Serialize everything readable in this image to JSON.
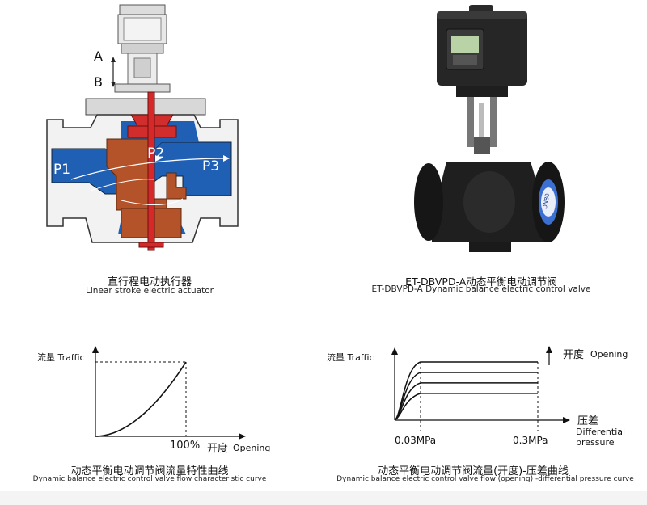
{
  "diagram1": {
    "label_a": "A",
    "label_b": "B",
    "label_p1": "P1",
    "label_p2": "P2",
    "label_p3": "P3",
    "caption_cn": "直行程电动执行器",
    "caption_en": "Linear stroke electric actuator"
  },
  "photo": {
    "badge_text": "DN80",
    "caption_cn": "ET-DBVPD-A动态平衡电动调节阀",
    "caption_en": "ET-DBVPD-A Dynamic balance electric control valve"
  },
  "chart1": {
    "ylabel": "流量 Traffic",
    "xlabel_pct": "100%",
    "xlabel_cn": "开度",
    "xlabel_en": "Opening",
    "caption_cn": "动态平衡电动调节阀流量特性曲线",
    "caption_en": "Dynamic balance electric control valve flow characteristic curve"
  },
  "chart2": {
    "ylabel": "流量 Traffic",
    "opening_cn": "开度",
    "opening_en": "Opening",
    "xlabel_cn": "压差",
    "xlabel_en_1": "Differential",
    "xlabel_en_2": "pressure",
    "tick_1": "0.03MPa",
    "tick_2": "0.3MPa",
    "caption_cn": "动态平衡电动调节阀流量(开度)-压差曲线",
    "caption_en": "Dynamic balance electric control valve flow (opening) -differential pressure curve"
  },
  "chart_data": [
    {
      "type": "line",
      "ylabel": "流量 Traffic",
      "xlabel": "100%开度 Opening",
      "series": [
        {
          "x": [
            0,
            0.25,
            0.5,
            0.75,
            1.0
          ],
          "y": [
            0,
            0.08,
            0.25,
            0.55,
            1.0
          ]
        }
      ]
    },
    {
      "type": "line",
      "ylabel": "流量 Traffic",
      "xlabel": "压差 Differential pressure",
      "x_ticks": [
        "0.03MPa",
        "0.3MPa"
      ],
      "series": [
        {
          "x": [
            0,
            0.03,
            0.3
          ],
          "y": [
            0,
            1.0,
            1.0
          ]
        },
        {
          "x": [
            0,
            0.03,
            0.3
          ],
          "y": [
            0,
            0.82,
            0.82
          ]
        },
        {
          "x": [
            0,
            0.03,
            0.3
          ],
          "y": [
            0,
            0.64,
            0.64
          ]
        },
        {
          "x": [
            0,
            0.03,
            0.3
          ],
          "y": [
            0,
            0.46,
            0.46
          ]
        }
      ]
    }
  ]
}
